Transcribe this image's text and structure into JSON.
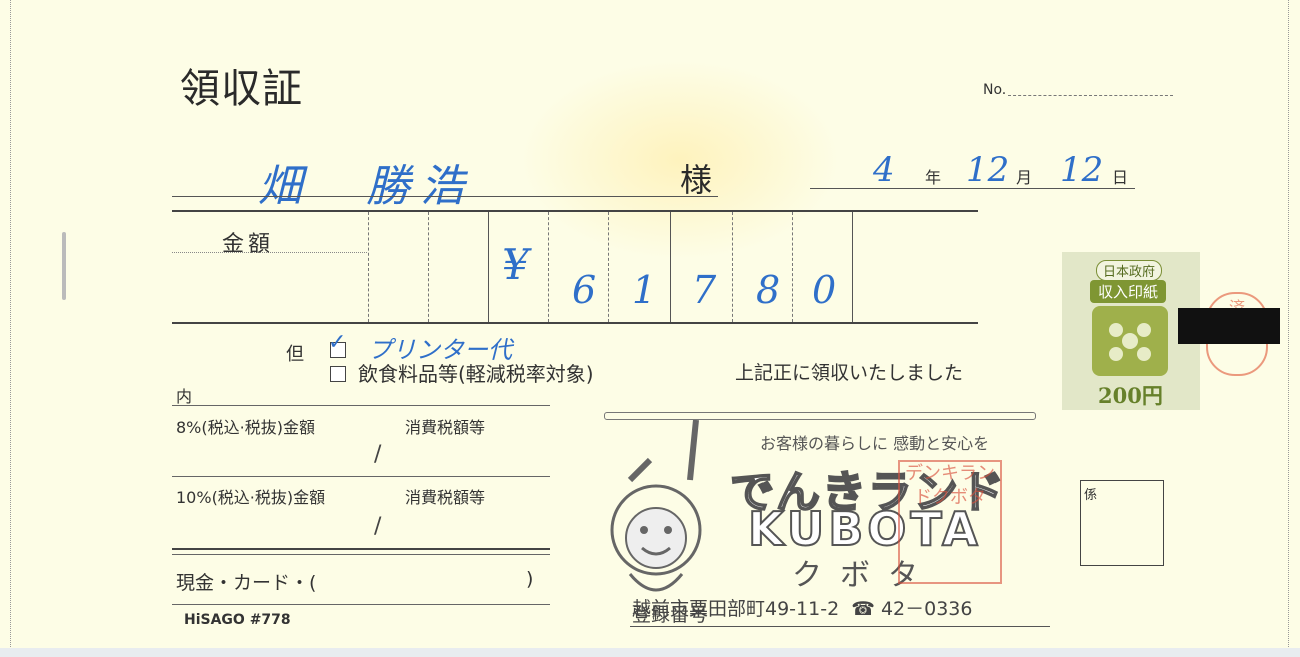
{
  "title": "領収証",
  "number_label": "No.",
  "recipient": "畑　勝浩",
  "honorific": "様",
  "date": {
    "year": "4",
    "year_unit": "年",
    "month": "12",
    "month_unit": "月",
    "day": "12",
    "day_unit": "日"
  },
  "amount_label": "金額",
  "amount_digits": [
    "¥",
    "6",
    "1",
    "7",
    "8",
    "0"
  ],
  "proviso_label": "但",
  "proviso_note": "プリンター代",
  "food_option": "飲食料品等(軽減税率対象)",
  "received_text": "上記正に領収いたしました",
  "breakdown_label": "内",
  "tax_rows": [
    {
      "rate_label": "8%(税込·税抜)金額",
      "tax_label": "消費税額等"
    },
    {
      "rate_label": "10%(税込·税抜)金額",
      "tax_label": "消費税額等"
    }
  ],
  "payment_methods": "現金・カード・(",
  "payment_close": ")",
  "form_maker": "HiSAGO #778",
  "shop": {
    "slogan": "お客様の暮らしに 感動と安心を",
    "name_jp": "でんきランド",
    "name_en": "KUBOTA",
    "name_kana": "クボタ",
    "address": "越前市粟田部町49-11-2",
    "phone": "☎ 42－0336",
    "registration_label": "登録番号",
    "seal_text": "デンキランドクボタ"
  },
  "revenue_stamp": {
    "top": "日本政府",
    "middle": "収入印紙",
    "price": "200円"
  },
  "seal_char": "済",
  "staff_label": "係",
  "colors": {
    "ink_blue": "#2f6fc9",
    "paper": "#fdfde6",
    "stamp_green": "#7f9633",
    "seal_red": "#d8503c"
  }
}
